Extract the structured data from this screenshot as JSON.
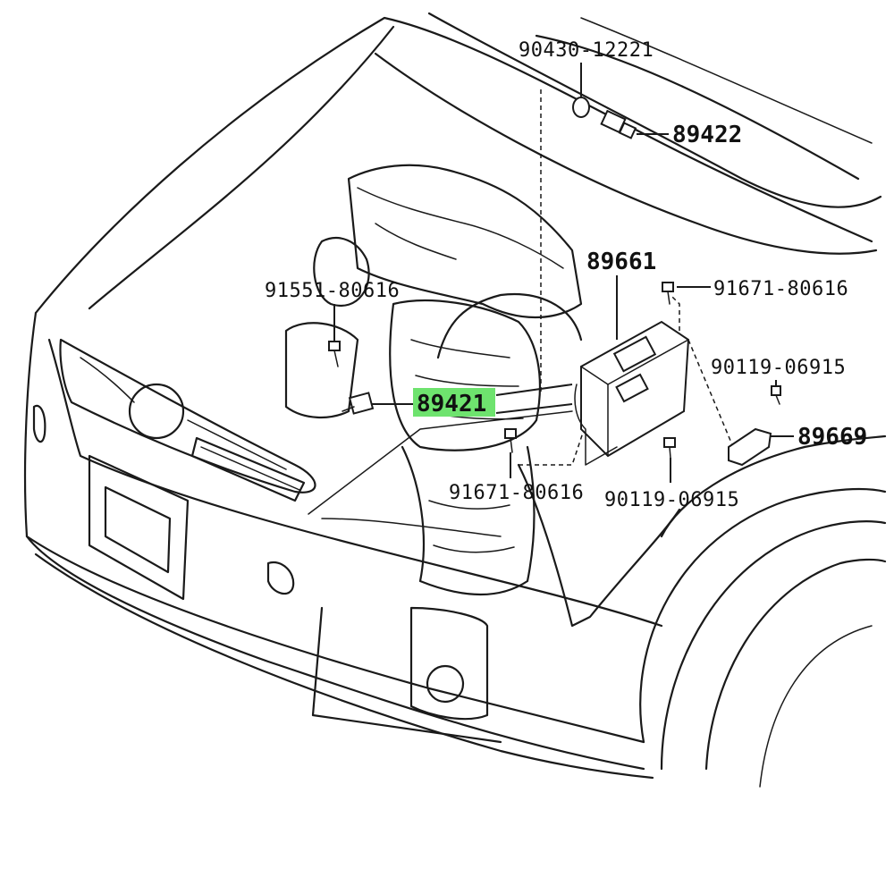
{
  "callouts": {
    "p9043012221": "90430-12221",
    "p89422": "89422",
    "p89661": "89661",
    "p9155180616": "91551-80616",
    "p9167180616_top": "91671-80616",
    "p9011906915_right": "90119-06915",
    "p89421": "89421",
    "p89669": "89669",
    "p9167180616_bottom": "91671-80616",
    "p9011906915_bottom": "90119-06915"
  },
  "colors": {
    "highlight": "#6ee36e",
    "line": "#1a1a1a",
    "background": "#ffffff"
  }
}
